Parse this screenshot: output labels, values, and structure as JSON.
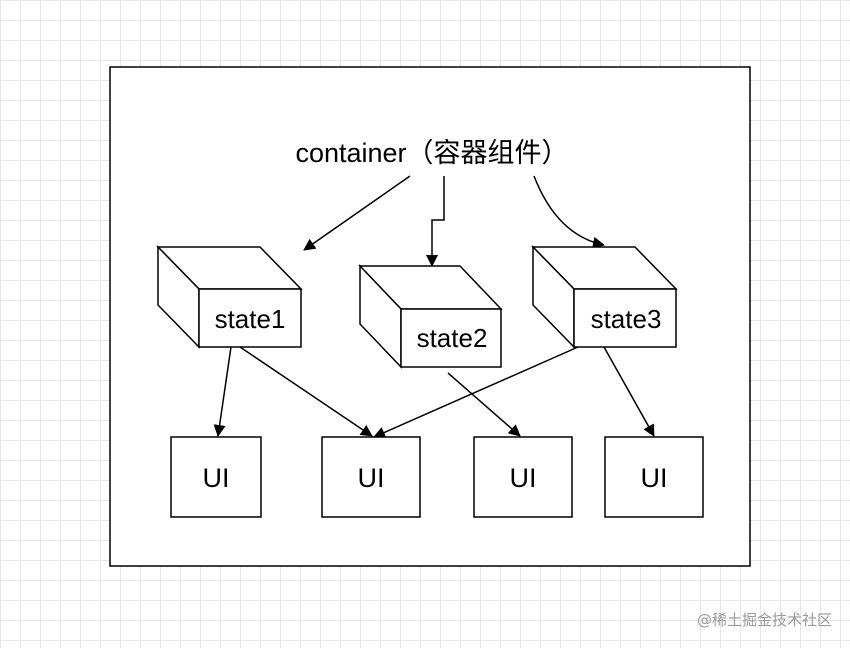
{
  "container_label": "container（容器组件）",
  "states": [
    {
      "label": "state1"
    },
    {
      "label": "state2"
    },
    {
      "label": "state3"
    }
  ],
  "ui_boxes": [
    {
      "label": "UI"
    },
    {
      "label": "UI"
    },
    {
      "label": "UI"
    },
    {
      "label": "UI"
    }
  ],
  "watermark": "@稀土掘金技术社区",
  "colors": {
    "stroke": "#000000",
    "grid": "#e6e6e6",
    "watermark": "#9a9a9a"
  }
}
